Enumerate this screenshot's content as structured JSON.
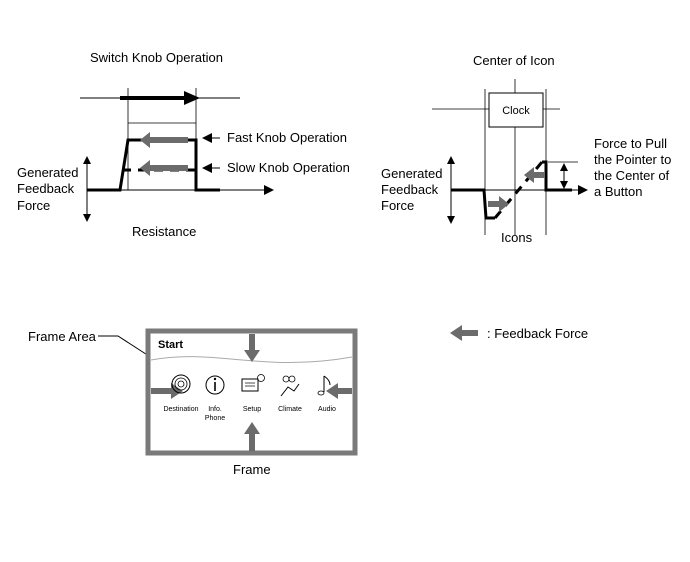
{
  "switch_knob": {
    "title": "Switch Knob Operation",
    "fast_label": "Fast Knob Operation",
    "slow_label": "Slow Knob Operation",
    "force_label": [
      "Generated",
      "Feedback",
      "Force"
    ],
    "caption": "Resistance"
  },
  "center_icon": {
    "title": "Center of Icon",
    "clock_label": "Clock",
    "force_label": [
      "Generated",
      "Feedback",
      "Force"
    ],
    "pull_label": [
      "Force to Pull",
      "the Pointer to",
      "the Center of",
      "a Button"
    ],
    "caption": "Icons"
  },
  "frame": {
    "area_label": "Frame Area",
    "menu_title": "Start",
    "icons": [
      {
        "label": "Destination"
      },
      {
        "label": "Info.",
        "label2": "Phone"
      },
      {
        "label": "Setup"
      },
      {
        "label": "Climate"
      },
      {
        "label": "Audio"
      }
    ],
    "caption": "Frame"
  },
  "legend": {
    "text": ": Feedback Force"
  },
  "colors": {
    "arrow": "#6b6b6b",
    "frame_border": "#7a7a7a",
    "line": "#000000"
  }
}
